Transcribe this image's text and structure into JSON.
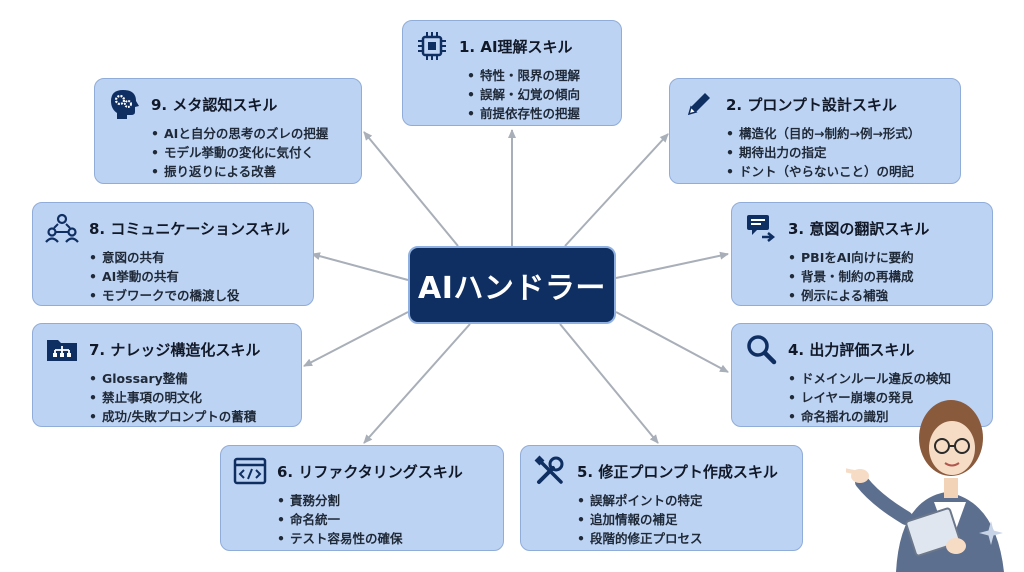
{
  "center": {
    "label": "AIハンドラー"
  },
  "skills": [
    {
      "id": "ai-understanding",
      "title": "1. AI理解スキル",
      "icon": "cpu-chip-icon",
      "items": [
        "特性・限界の理解",
        "誤解・幻覚の傾向",
        "前提依存性の把握"
      ]
    },
    {
      "id": "prompt-design",
      "title": "2. プロンプト設計スキル",
      "icon": "pencil-icon",
      "items": [
        "構造化（目的→制約→例→形式）",
        "期待出力の指定",
        "ドント（やらないこと）の明記"
      ]
    },
    {
      "id": "intent-translation",
      "title": "3. 意図の翻訳スキル",
      "icon": "chat-arrow-icon",
      "items": [
        "PBIをAI向けに要約",
        "背景・制約の再構成",
        "例示による補強"
      ]
    },
    {
      "id": "output-evaluation",
      "title": "4. 出力評価スキル",
      "icon": "magnifier-icon",
      "items": [
        "ドメインルール違反の検知",
        "レイヤー崩壊の発見",
        "命名揺れの識別"
      ]
    },
    {
      "id": "fix-prompt",
      "title": "5. 修正プロンプト作成スキル",
      "icon": "tools-icon",
      "items": [
        "誤解ポイントの特定",
        "追加情報の補足",
        "段階的修正プロセス"
      ]
    },
    {
      "id": "refactoring",
      "title": "6. リファクタリングスキル",
      "icon": "code-window-icon",
      "items": [
        "責務分割",
        "命名統一",
        "テスト容易性の確保"
      ]
    },
    {
      "id": "knowledge-structuring",
      "title": "7. ナレッジ構造化スキル",
      "icon": "folder-tree-icon",
      "items": [
        "Glossary整備",
        "禁止事項の明文化",
        "成功/失敗プロンプトの蓄積"
      ]
    },
    {
      "id": "communication",
      "title": "8. コミュニケーションスキル",
      "icon": "team-icon",
      "items": [
        "意図の共有",
        "AI挙動の共有",
        "モブワークでの橋渡し役"
      ]
    },
    {
      "id": "meta-cognition",
      "title": "9. メタ認知スキル",
      "icon": "head-gears-icon",
      "items": [
        "AIと自分の思考のズレの把握",
        "モデル挙動の変化に気付く",
        "振り返りによる改善"
      ]
    }
  ],
  "colors": {
    "hub": "#0f2f63",
    "card": "#bdd3f3",
    "card_border": "#90acd8",
    "connector": "#a9afb8",
    "icon": "#0f2f63"
  }
}
